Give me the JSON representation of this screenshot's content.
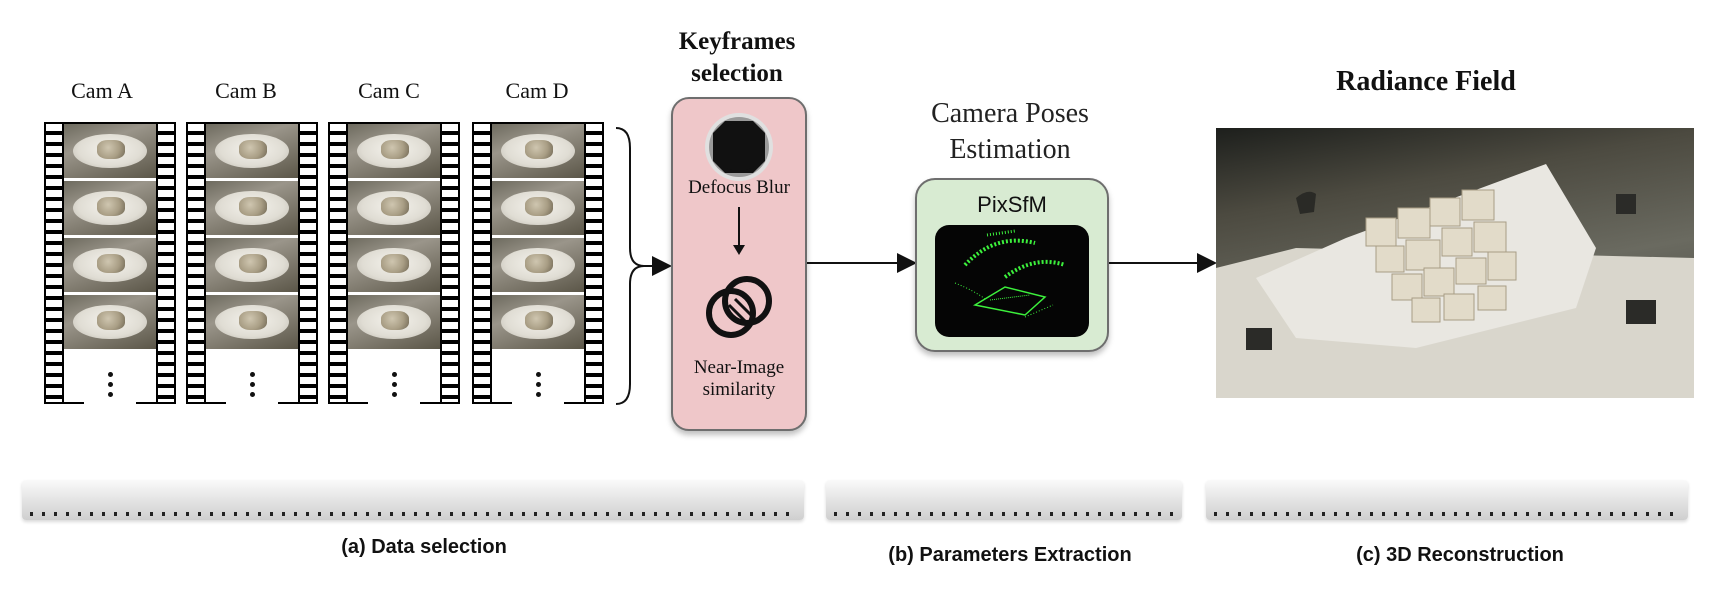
{
  "cameras": [
    {
      "label": "Cam A"
    },
    {
      "label": "Cam B"
    },
    {
      "label": "Cam C"
    },
    {
      "label": "Cam D"
    }
  ],
  "keyframes": {
    "title_line1": "Keyframes",
    "title_line2": "selection",
    "step1": "Defocus Blur",
    "step2_line1": "Near-Image",
    "step2_line2": "similarity"
  },
  "poses": {
    "title_line1": "Camera Poses",
    "title_line2": "Estimation",
    "method": "PixSfM"
  },
  "radiance": {
    "title": "Radiance Field"
  },
  "stages": [
    {
      "label": "(a) Data selection"
    },
    {
      "label": "(b) Parameters Extraction"
    },
    {
      "label": "(c) 3D Reconstruction"
    }
  ],
  "colors": {
    "keyframe_box": "#efc7c9",
    "pose_box": "#d8ebd2",
    "point_cloud": "#3cf03c"
  },
  "icons": {
    "blur": "defocus-blur-icon",
    "similarity": "overlapping-circles-icon"
  }
}
